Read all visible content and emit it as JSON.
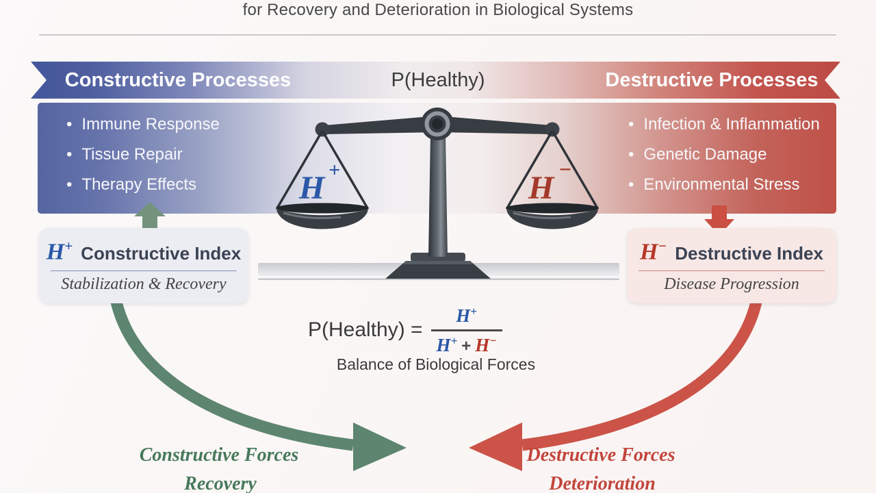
{
  "page": {
    "title_line": "for Recovery and Deterioration in Biological Systems"
  },
  "banner": {
    "bullet": "•",
    "left_header": "Constructive Processes",
    "center_header": "P(Healthy)",
    "right_header": "Destructive Processes",
    "left_items": [
      "Immune Response",
      "Tissue Repair",
      "Therapy Effects"
    ],
    "right_items": [
      "Infection & Inflammation",
      "Genetic Damage",
      "Environmental Stress"
    ]
  },
  "scale": {
    "left_pan": {
      "h": "H",
      "sup": "+"
    },
    "right_pan": {
      "h": "H",
      "sup": "−"
    }
  },
  "index_boxes": {
    "left": {
      "h": "H",
      "sup": "+",
      "title": "Constructive Index",
      "subtitle": "Stabilization & Recovery"
    },
    "right": {
      "h": "H",
      "sup": "−",
      "title": "Destructive Index",
      "subtitle": "Disease Progression"
    }
  },
  "formula": {
    "lhs": "P(Healthy) =",
    "num_h": "H",
    "num_sup": "+",
    "den_h1": "H",
    "den_h1_sup": "+",
    "plus": "+",
    "den_h2": "H",
    "den_h2_sup": "−",
    "caption": "Balance of Biological Forces"
  },
  "flow_labels": {
    "left_line1": "Constructive Forces",
    "left_line2": "Recovery",
    "right_line1": "Destructive Forces",
    "right_line2": "Deterioration"
  },
  "colors": {
    "constructive_blue": "#42569a",
    "destructive_red": "#bc4b45",
    "h_plus_blue": "#2b58a7",
    "h_minus_red": "#b53728",
    "recovery_green_arrow": "#5d8570",
    "deterioration_red_arrow": "#cb5348"
  }
}
